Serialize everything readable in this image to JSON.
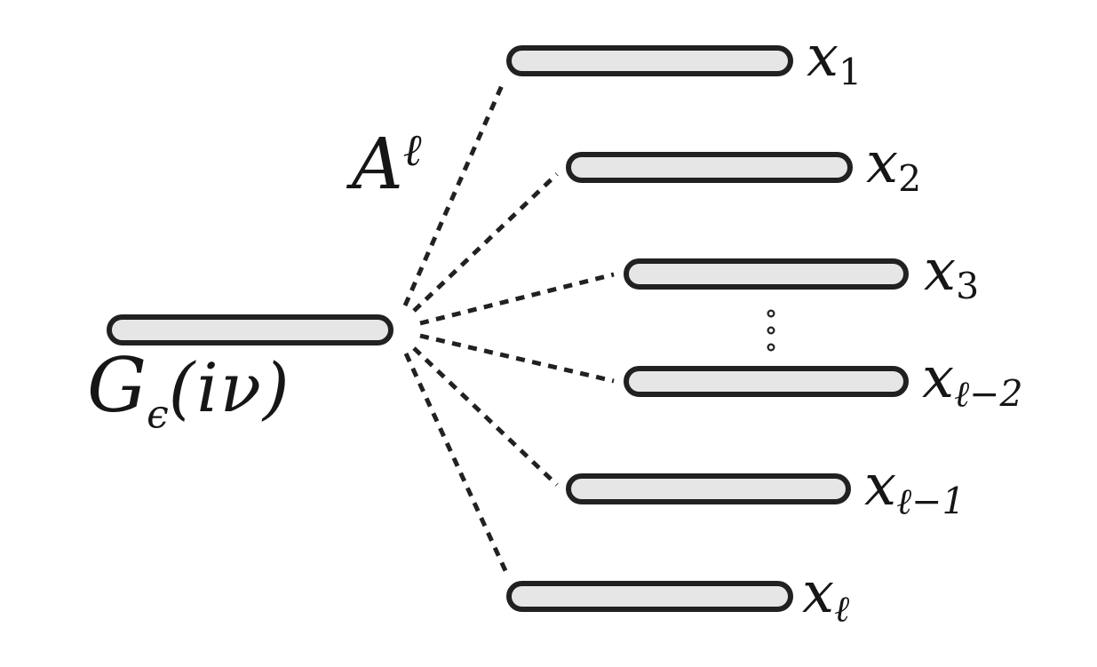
{
  "diagram": {
    "title": "green-function-pole-expansion",
    "left_node": {
      "base": "G",
      "sub": "ϵ",
      "rest": "(iν)"
    },
    "edge_label": {
      "base": "A",
      "sup": "ℓ"
    },
    "right_nodes": [
      {
        "base": "x",
        "sub": "1"
      },
      {
        "base": "x",
        "sub": "2"
      },
      {
        "base": "x",
        "sub": "3"
      },
      {
        "base": "x",
        "sub": "ℓ−2"
      },
      {
        "base": "x",
        "sub": "ℓ−1"
      },
      {
        "base": "x",
        "sub": "ℓ"
      }
    ],
    "vdots_count": 3,
    "colors": {
      "bar_fill": "#e6e6e6",
      "stroke": "#212121",
      "background": "#ffffff",
      "text": "#161616"
    }
  }
}
